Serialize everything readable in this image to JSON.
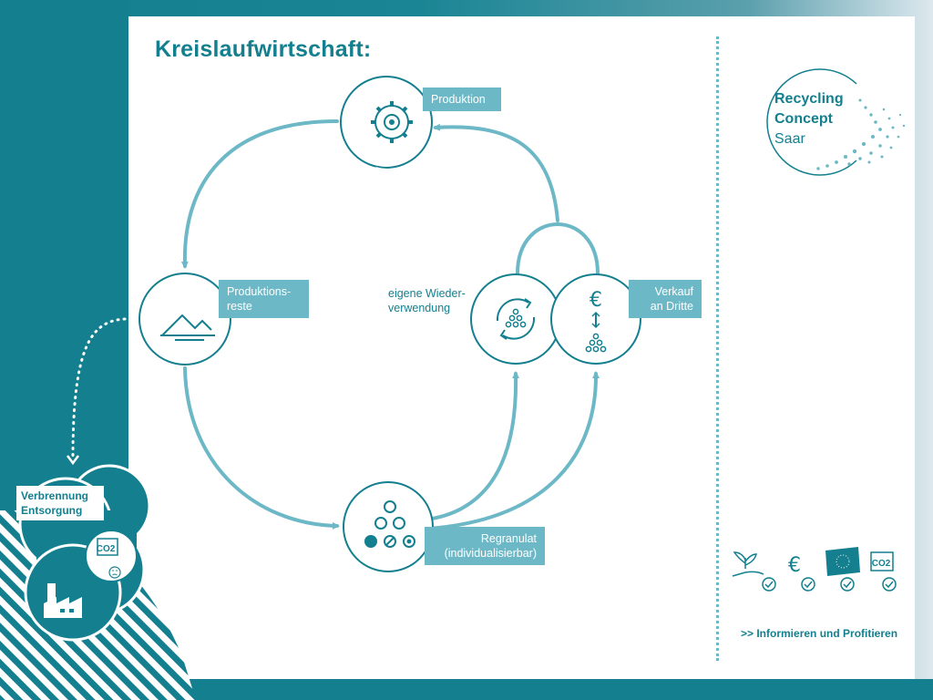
{
  "title": "Kreislaufwirtschaft:",
  "nodes": {
    "produktion": {
      "label": "Produktion",
      "icon": "gear-icon"
    },
    "produktionsreste": {
      "line1": "Produktions-",
      "line2": "reste",
      "icon": "pile-icon"
    },
    "wiederverwendung": {
      "line1": "eigene Wieder-",
      "line2": "verwendung",
      "icon": "reuse-cycle-icon"
    },
    "verkauf": {
      "line1": "Verkauf",
      "line2": "an Dritte",
      "icon": "euro-exchange-icon"
    },
    "regranulat": {
      "line1": "Regranulat",
      "line2": "(individualisierbar)",
      "icon": "granulate-icon"
    }
  },
  "disposal": {
    "line1": "Verbrennung",
    "line2": "Entsorgung",
    "co2": "CO2",
    "icon": "factory-icon"
  },
  "logo": {
    "line1": "Recycling",
    "line2": "Concept",
    "line3": "Saar"
  },
  "benefits": [
    {
      "icon": "plant-hand-icon"
    },
    {
      "icon": "euro-icon"
    },
    {
      "icon": "eu-flag-icon"
    },
    {
      "icon": "co2-icon",
      "text": "CO2"
    }
  ],
  "footer_link": ">> Informieren und Profitieren",
  "colors": {
    "teal": "#137f8f",
    "light_teal": "#6db8c6",
    "white": "#ffffff"
  }
}
